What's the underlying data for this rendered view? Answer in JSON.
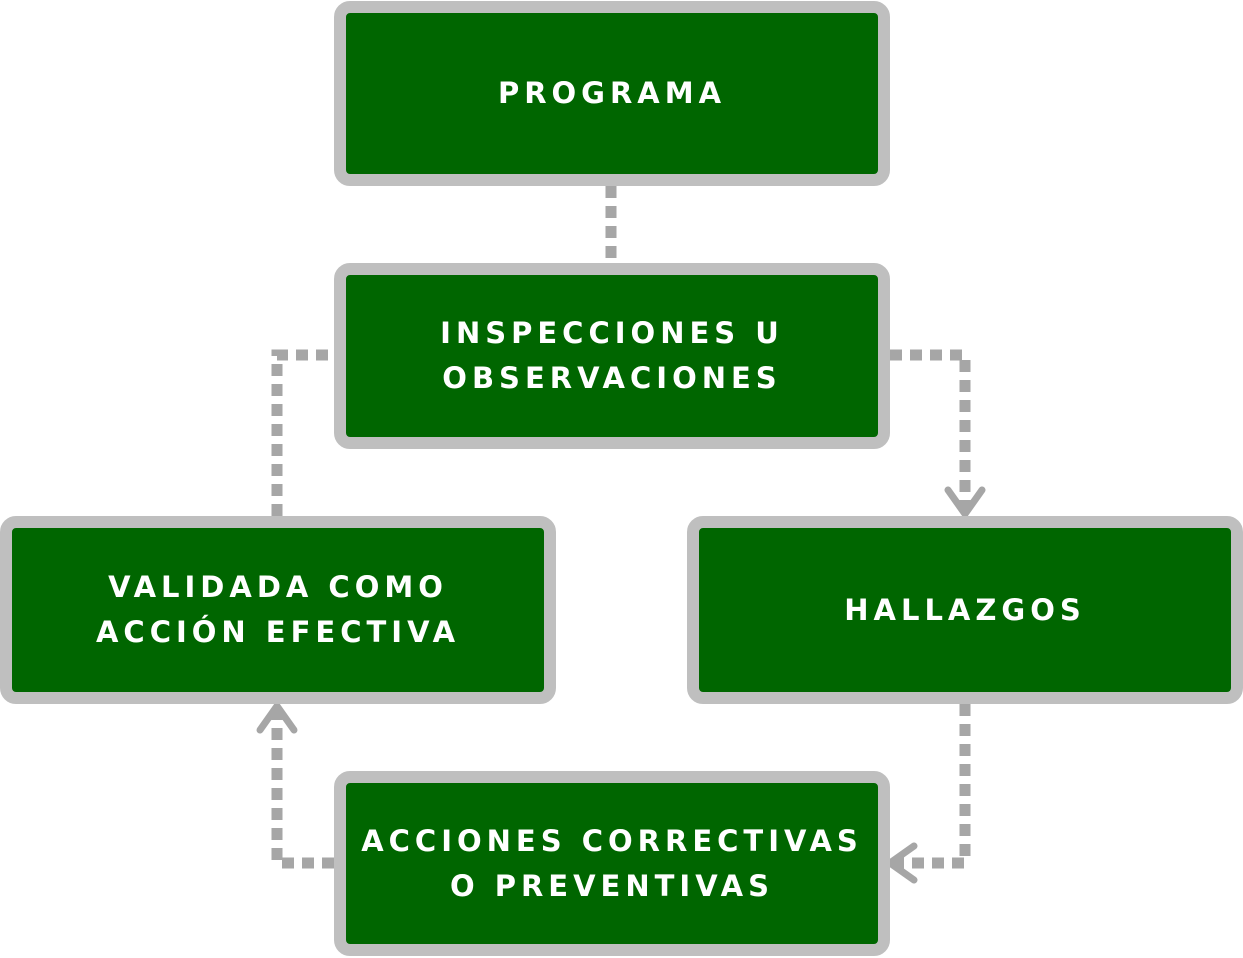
{
  "diagram": {
    "colors": {
      "box_fill": "#006600",
      "box_border": "#bfbfbf",
      "box_text": "#ffffff",
      "connector": "#a6a6a6"
    },
    "nodes": {
      "programa": {
        "lines": [
          "PROGRAMA"
        ]
      },
      "inspecciones": {
        "lines": [
          "INSPECCIONES U",
          "OBSERVACIONES"
        ]
      },
      "validada": {
        "lines": [
          "VALIDADA COMO",
          "ACCIÓN EFECTIVA"
        ]
      },
      "hallazgos": {
        "lines": [
          "HALLAZGOS"
        ]
      },
      "acciones": {
        "lines": [
          "ACCIONES CORRECTIVAS",
          "O PREVENTIVAS"
        ]
      }
    },
    "edges": [
      {
        "from": "programa",
        "to": "inspecciones",
        "style": "dotted",
        "arrow": false
      },
      {
        "from": "inspecciones",
        "to": "hallazgos",
        "style": "dotted",
        "arrow": true
      },
      {
        "from": "hallazgos",
        "to": "acciones",
        "style": "dotted",
        "arrow": true
      },
      {
        "from": "acciones",
        "to": "validada",
        "style": "dotted",
        "arrow": true
      },
      {
        "from": "validada",
        "to": "inspecciones",
        "style": "dotted",
        "arrow": false
      }
    ]
  }
}
